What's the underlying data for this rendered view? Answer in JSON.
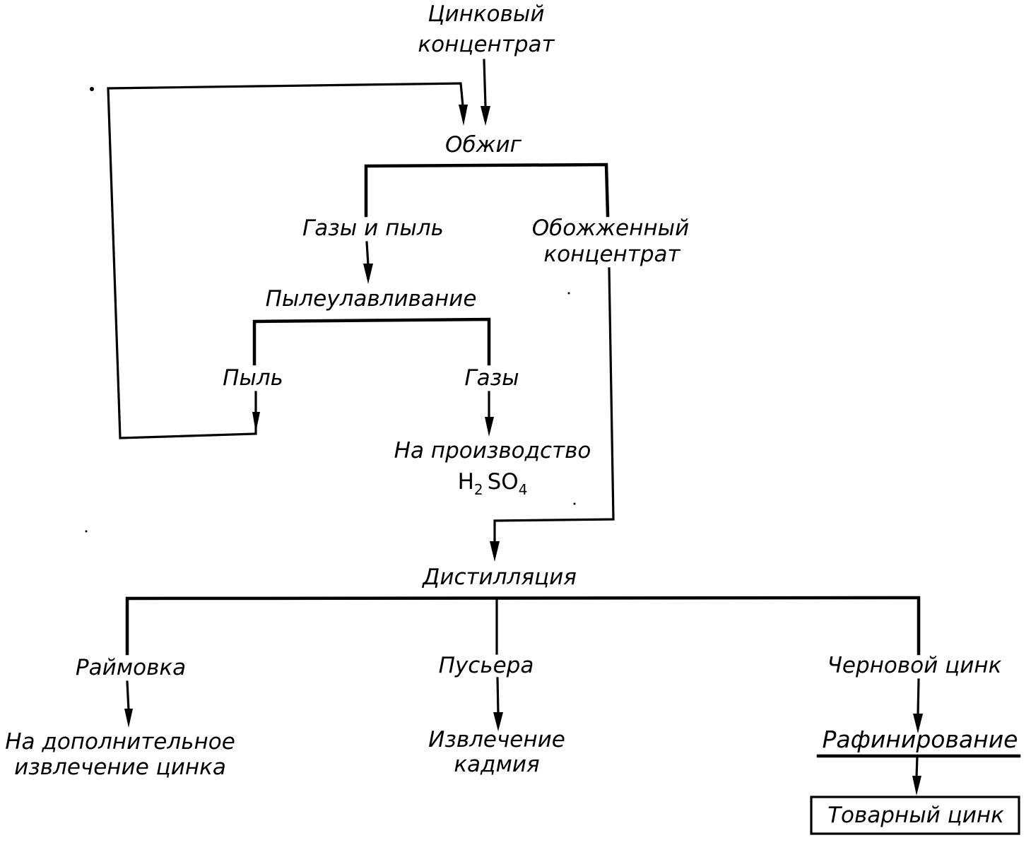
{
  "diagram": {
    "title": "Цинковый концентрат",
    "nodes": {
      "zinc_concentrate": {
        "line1": "Цинковый",
        "line2": "концентрат"
      },
      "roasting": "Обжиг",
      "gases_and_dust": "Газы и пыль",
      "roasted_concentrate": {
        "line1": "Обожженный",
        "line2": "концентрат"
      },
      "dust_collection": "Пылеулавливание",
      "dust": "Пыль",
      "gases": "Газы",
      "to_h2so4": {
        "line1": "На производство",
        "formula_h": "H",
        "formula_h_sub": "2",
        "formula_so": "SO",
        "formula_so_sub": "4"
      },
      "distillation": "Дистилляция",
      "raimovka": "Раймовка",
      "pusyera": "Пусьера",
      "crude_zinc": "Черновой цинк",
      "extra_zinc_recovery": {
        "line1": "На дополнительное",
        "line2": "извлечение цинка"
      },
      "cadmium_recovery": {
        "line1": "Извлечение",
        "line2": "кадмия"
      },
      "refining": "Рафинирование",
      "commercial_zinc": "Товарный цинк"
    },
    "edges": [
      {
        "from": "zinc_concentrate",
        "to": "roasting"
      },
      {
        "from": "roasting",
        "to": "gases_and_dust"
      },
      {
        "from": "roasting",
        "to": "roasted_concentrate"
      },
      {
        "from": "gases_and_dust",
        "to": "dust_collection"
      },
      {
        "from": "dust_collection",
        "to": "dust"
      },
      {
        "from": "dust_collection",
        "to": "gases"
      },
      {
        "from": "dust",
        "to": "roasting",
        "type": "recycle"
      },
      {
        "from": "gases",
        "to": "to_h2so4"
      },
      {
        "from": "roasted_concentrate",
        "to": "distillation"
      },
      {
        "from": "distillation",
        "to": "raimovka"
      },
      {
        "from": "distillation",
        "to": "pusyera"
      },
      {
        "from": "distillation",
        "to": "crude_zinc"
      },
      {
        "from": "raimovka",
        "to": "extra_zinc_recovery"
      },
      {
        "from": "pusyera",
        "to": "cadmium_recovery"
      },
      {
        "from": "crude_zinc",
        "to": "refining"
      },
      {
        "from": "refining",
        "to": "commercial_zinc"
      }
    ]
  }
}
